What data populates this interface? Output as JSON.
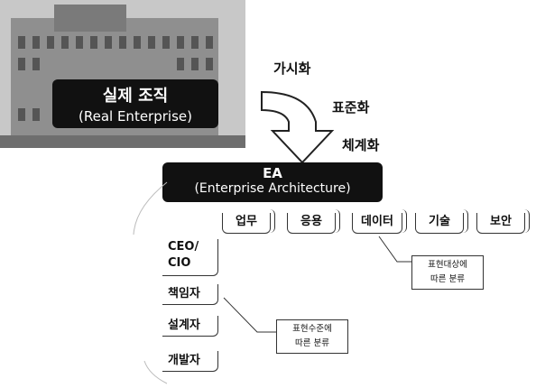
{
  "photo": {
    "label_title": "실제 조직",
    "label_sub": "(Real Enterprise)"
  },
  "steps": [
    "가시화",
    "표준화",
    "체계화"
  ],
  "ea": {
    "title": "EA",
    "sub": "(Enterprise Architecture)"
  },
  "domains": [
    "업무",
    "응용",
    "데이터",
    "기술",
    "보안"
  ],
  "roles": [
    "CEO/\nCIO",
    "책임자",
    "설계자",
    "개발자"
  ],
  "notes": {
    "domain_note": "표현대상에\n따른 분류",
    "role_note": "표현수준에\n따른 분류"
  },
  "colors": {
    "dark": "#111111",
    "line": "#333333"
  }
}
